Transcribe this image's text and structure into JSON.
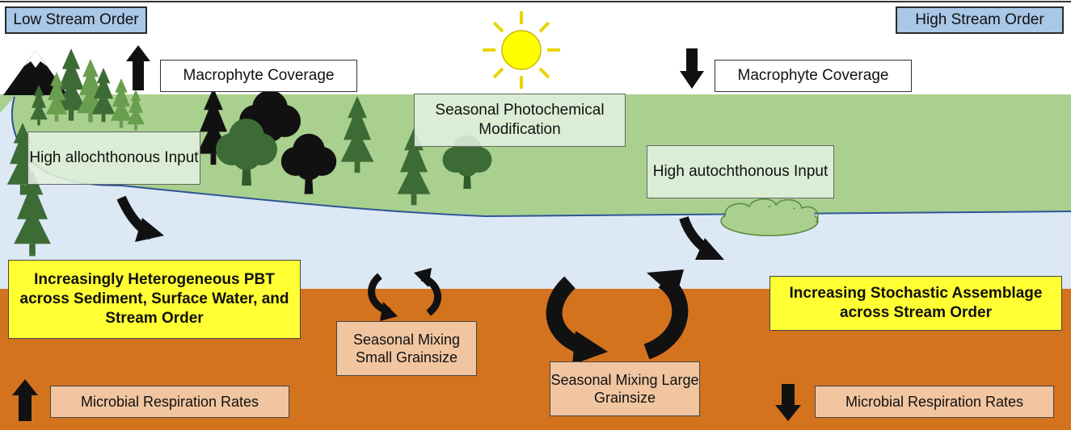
{
  "labels": {
    "low_stream_order": "Low Stream Order",
    "high_stream_order": "High Stream Order",
    "macrophyte_left": "Macrophyte Coverage",
    "macrophyte_right": "Macrophyte Coverage",
    "photochemical": "Seasonal Photochemical Modification",
    "allochthonous": "High allochthonous Input",
    "autochthonous": "High autochthonous Input",
    "pbt": "Increasingly Heterogeneous PBT across Sediment, Surface Water, and Stream Order",
    "stochastic": "Increasing Stochastic Assemblage across Stream Order",
    "mixing_small": "Seasonal Mixing Small Grainsize",
    "mixing_large": "Seasonal Mixing Large Grainsize",
    "respiration_left": "Microbial Respiration Rates",
    "respiration_right": "Microbial Respiration Rates"
  },
  "indicators": {
    "macrophyte_left_direction": "up-arrow-icon",
    "macrophyte_right_direction": "down-arrow-icon",
    "respiration_left_direction": "up-arrow-icon",
    "respiration_right_direction": "down-arrow-icon"
  },
  "colors": {
    "land": "#a9d08e",
    "water": "#dce9f5",
    "sediment": "#d4731e",
    "label_blue": "#a9c7e7",
    "label_yellow": "#ffff33",
    "label_tan": "#f1c5a0",
    "sun": "#ffff00"
  }
}
